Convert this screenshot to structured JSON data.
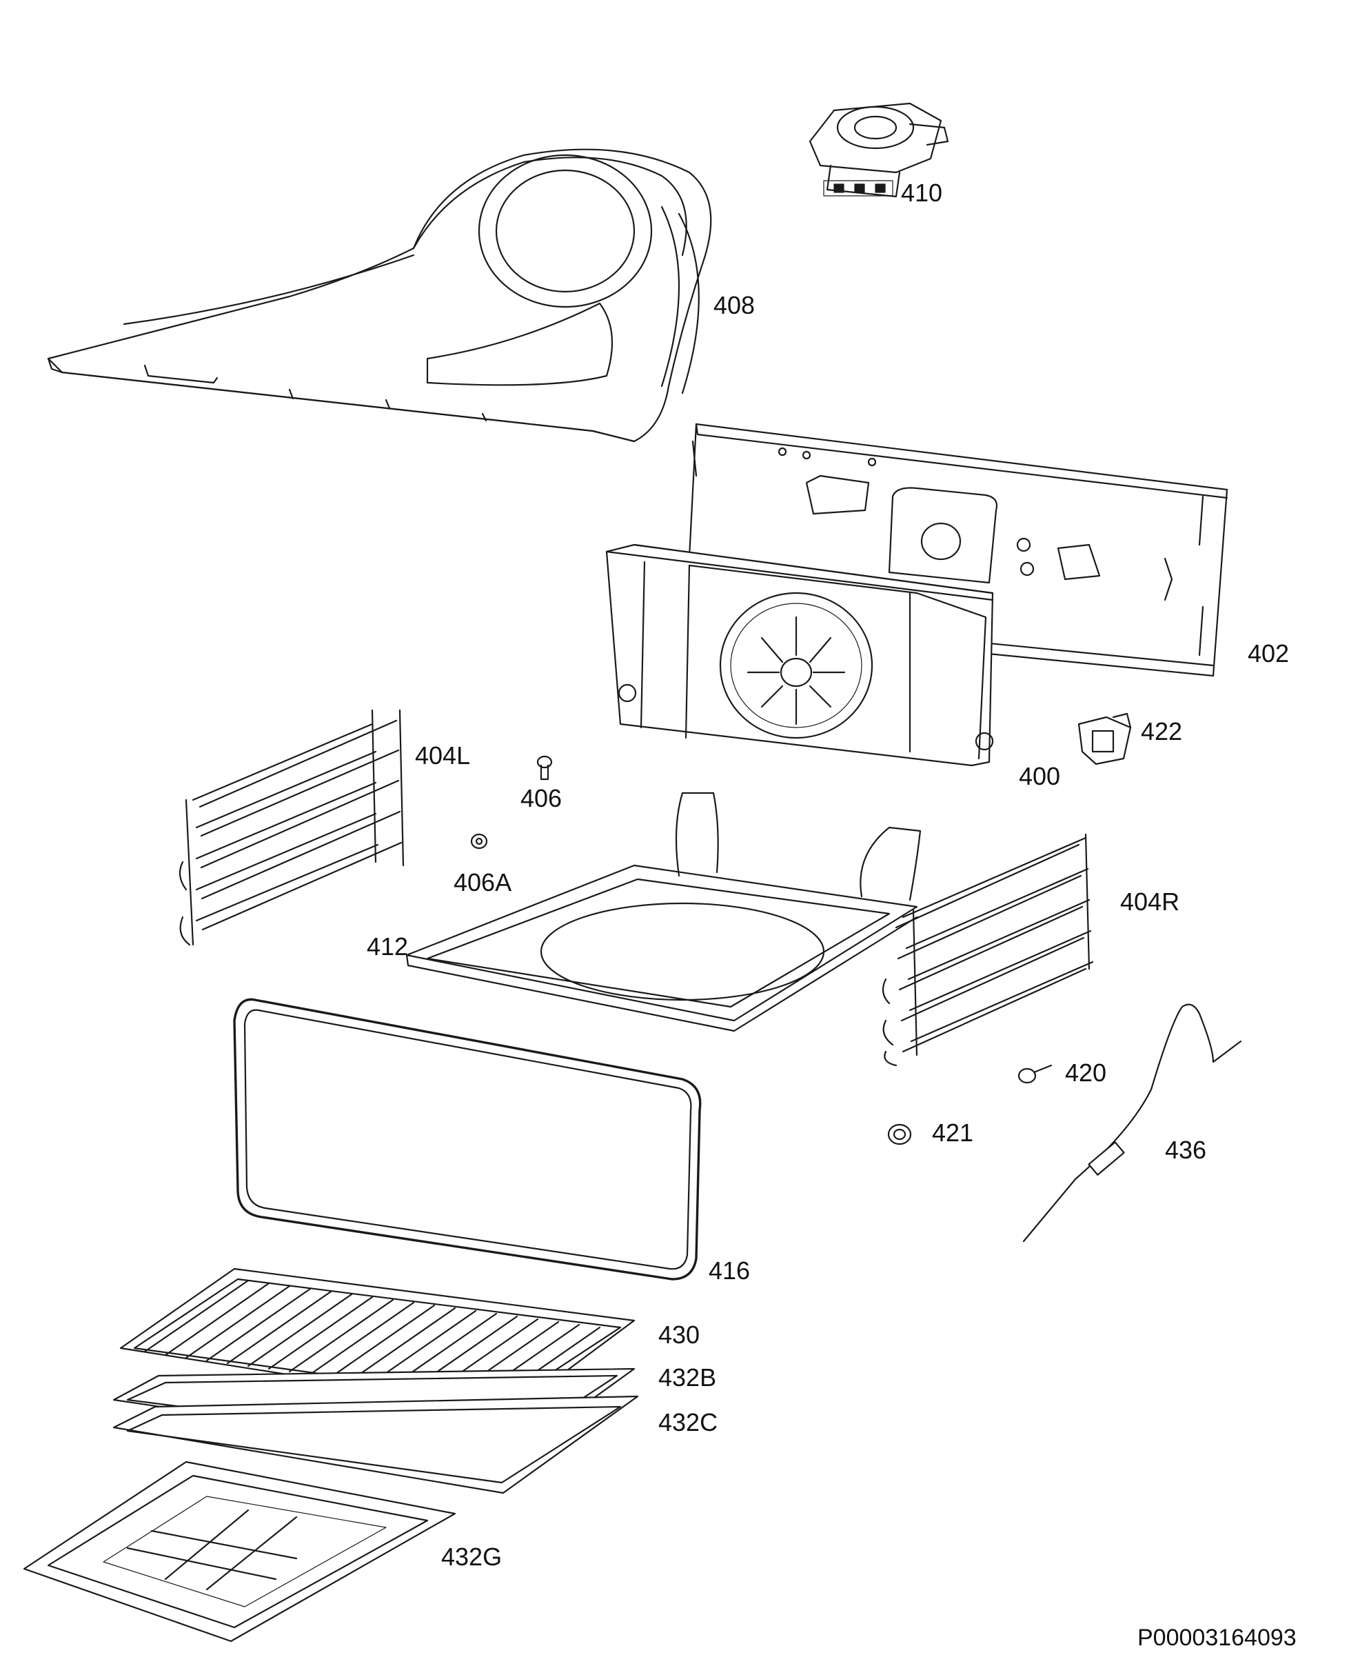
{
  "diagram_code": "P00003164093",
  "parts": [
    {
      "id": "fan-cover",
      "label": "408"
    },
    {
      "id": "cooling-fan",
      "label": "410"
    },
    {
      "id": "rear-wall",
      "label": "402"
    },
    {
      "id": "fan-baffle",
      "label": "400"
    },
    {
      "id": "lamp-holder",
      "label": "422"
    },
    {
      "id": "shelf-support-l",
      "label": "404L"
    },
    {
      "id": "shelf-support-r",
      "label": "404R"
    },
    {
      "id": "fixing-screw",
      "label": "406"
    },
    {
      "id": "washer",
      "label": "406A"
    },
    {
      "id": "bottom-heater",
      "label": "412"
    },
    {
      "id": "door-gasket",
      "label": "416"
    },
    {
      "id": "screw",
      "label": "420"
    },
    {
      "id": "grommet",
      "label": "421"
    },
    {
      "id": "meat-probe",
      "label": "436"
    },
    {
      "id": "wire-shelf",
      "label": "430"
    },
    {
      "id": "baking-tray",
      "label": "432B"
    },
    {
      "id": "deep-tray",
      "label": "432C"
    },
    {
      "id": "perforated-tray",
      "label": "432G"
    }
  ]
}
